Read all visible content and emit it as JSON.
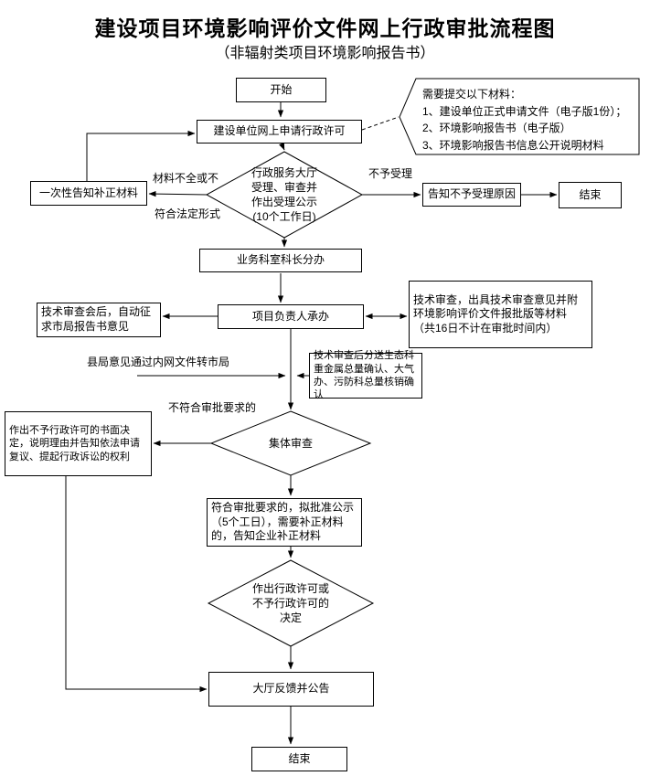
{
  "title": "建设项目环境影响评价文件网上行政审批流程图",
  "subtitle": "（非辐射类项目环境影响报告书）",
  "nodes": {
    "start": "开始",
    "apply": "建设单位网上申请行政许可",
    "materials_note": "需要提交以下材料：\n1、建设单位正式申请文件（电子版1份）；\n2、环境影响报告书（电子版）\n3、环境影响报告书信息公开说明材料",
    "accept_review": "行政服务大厅\n受理、审查并\n作出受理公示\n(10个工作日)",
    "one_time_correction": "一次性告知补正材料",
    "reject_reason": "告知不予受理原因",
    "end_top": "结束",
    "section_chief": "业务科室科长分办",
    "project_manager": "项目负责人承办",
    "tech_review": "技术审查，出具技术审查意见并附环境影响评价文件报批版等材料（共16日不计在审批时间内）",
    "city_opinion": "技术审查会后，自动征求市局报告书意见",
    "distribute_confirm": "技术审查后分送生态科重金属总量确认、大气办、污防科总量核销确认",
    "collective_review": "集体审查",
    "refuse_decision": "作出不予行政许可的书面决定，说明理由并告知依法申请复议、提起行政诉讼的权利",
    "approve_publicity": "符合审批要求的，拟批准公示（5个工日），需要补正材料的，告知企业补正材料",
    "final_decision": "作出行政许可或\n不予行政许可的\n决定",
    "hall_feedback": "大厅反馈并公告",
    "end_bottom": "结束"
  },
  "edge_labels": {
    "incomplete_top": "材料不全或不",
    "incomplete_bottom": "符合法定形式",
    "not_accepted": "不予受理",
    "county_opinion": "县局意见通过内网文件转市局",
    "non_conforming": "不符合审批要求的"
  },
  "colors": {
    "line": "#000000",
    "box_border": "#000000",
    "background": "#ffffff"
  }
}
